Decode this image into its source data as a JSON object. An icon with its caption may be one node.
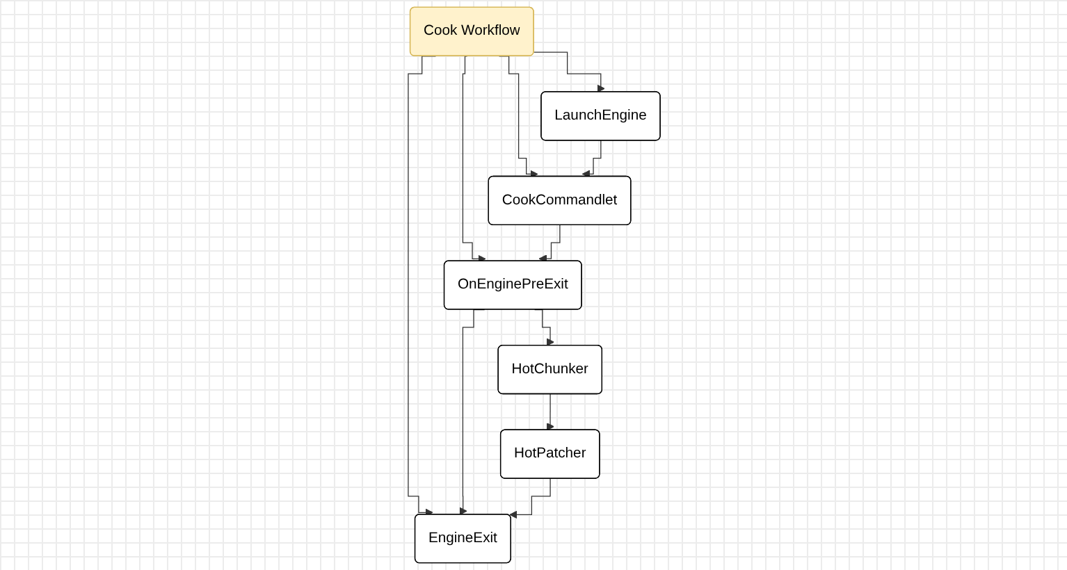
{
  "diagram": {
    "nodes": [
      {
        "text": [
          "Cook Workflow"
        ]
      },
      {
        "text": [
          "LaunchEngine"
        ]
      },
      {
        "text": [
          "CookCommandlet"
        ]
      },
      {
        "text": [
          "OnEnginePreExit"
        ]
      },
      {
        "text": [
          "EngineExit"
        ]
      },
      {
        "text": [
          "HotChunker"
        ]
      },
      {
        "text": [
          "HotPatcher"
        ]
      }
    ],
    "edges": [
      {
        "from": 0,
        "to": 1,
        "arrow": "to"
      },
      {
        "from": 0,
        "to": 2,
        "arrow": "to"
      },
      {
        "from": 0,
        "to": 3,
        "arrow": "to"
      },
      {
        "from": 0,
        "to": 4,
        "arrow": "to"
      },
      {
        "from": 1,
        "to": 2,
        "arrow": "to"
      },
      {
        "from": 2,
        "to": 3,
        "arrow": "to"
      },
      {
        "from": 3,
        "to": 4,
        "arrow": "to"
      },
      {
        "from": 3,
        "to": 5,
        "arrow": "to"
      },
      {
        "from": 5,
        "to": 6,
        "arrow": "to"
      },
      {
        "from": 6,
        "to": 4,
        "arrow": "to"
      }
    ]
  }
}
